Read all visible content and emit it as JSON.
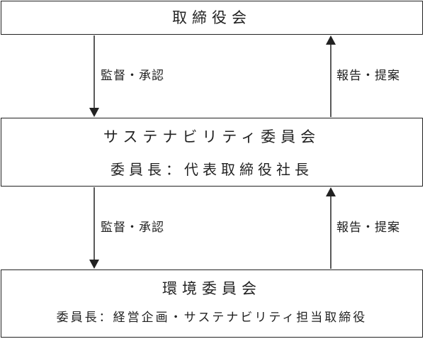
{
  "top_box": {
    "title": "取締役会"
  },
  "middle_box": {
    "title": "サステナビリティ委員会",
    "chair": "委員長：代表取締役社長"
  },
  "bottom_box": {
    "title": "環境委員会",
    "chair": "委員長：経営企画・サステナビリティ担当取締役"
  },
  "arrows": {
    "upper_down_label": "監督・承認",
    "upper_up_label": "報告・提案",
    "lower_down_label": "監督・承認",
    "lower_up_label": "報告・提案"
  },
  "colors": {
    "line": "#222222",
    "background": "#ffffff"
  }
}
